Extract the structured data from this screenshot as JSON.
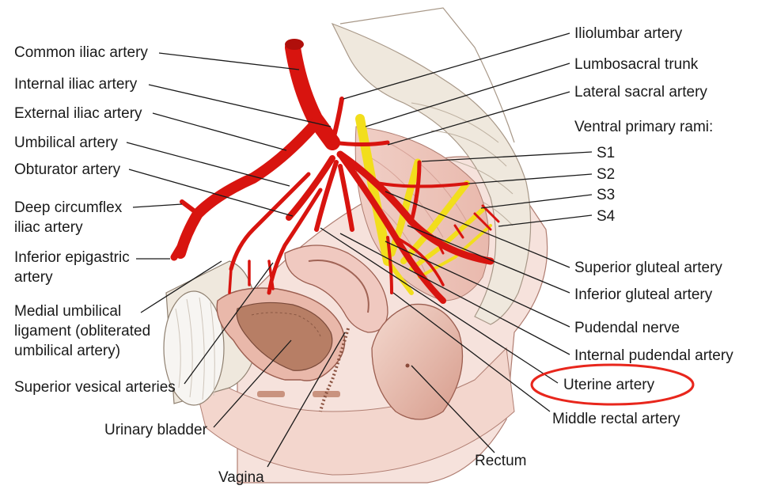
{
  "labels": {
    "common_iliac": "Common iliac artery",
    "internal_iliac": "Internal iliac artery",
    "external_iliac": "External iliac artery",
    "umbilical": "Umbilical artery",
    "obturator": "Obturator artery",
    "deep_circumflex_1": "Deep circumflex",
    "deep_circumflex_2": "iliac artery",
    "inferior_epigastric_1": "Inferior epigastric",
    "inferior_epigastric_2": "artery",
    "medial_umbilical_1": "Medial umbilical",
    "medial_umbilical_2": "ligament (obliterated",
    "medial_umbilical_3": "umbilical artery)",
    "superior_vesical": "Superior vesical arteries",
    "urinary_bladder": "Urinary bladder",
    "vagina": "Vagina",
    "iliolumbar": "Iliolumbar artery",
    "lumbosacral": "Lumbosacral trunk",
    "lateral_sacral": "Lateral sacral artery",
    "ventral_rami": "Ventral primary rami:",
    "s1": "S1",
    "s2": "S2",
    "s3": "S3",
    "s4": "S4",
    "superior_gluteal": "Superior gluteal artery",
    "inferior_gluteal": "Inferior gluteal artery",
    "pudendal_nerve": "Pudendal nerve",
    "internal_pudendal": "Internal pudendal artery",
    "uterine": "Uterine artery",
    "middle_rectal": "Middle rectal artery",
    "rectum": "Rectum"
  },
  "highlight": {
    "target": "Uterine artery",
    "color": "#e8261c"
  },
  "colors": {
    "artery": "#d8140f",
    "nerve": "#f2de1c",
    "tissue": "#f3d3cf",
    "muscle": "#e8b2a8",
    "bone": "#efe8dd"
  }
}
